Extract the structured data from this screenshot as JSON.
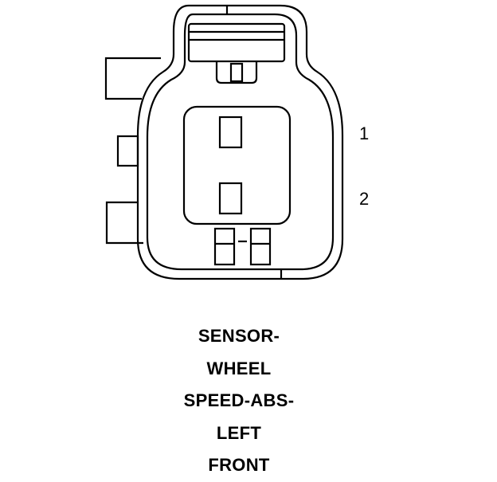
{
  "pins": [
    {
      "label": "1"
    },
    {
      "label": "2"
    }
  ],
  "caption": {
    "lines": [
      "SENSOR-",
      "WHEEL",
      "SPEED-ABS-",
      "LEFT",
      "FRONT"
    ]
  },
  "colors": {
    "stroke": "#000000",
    "background": "#ffffff"
  }
}
